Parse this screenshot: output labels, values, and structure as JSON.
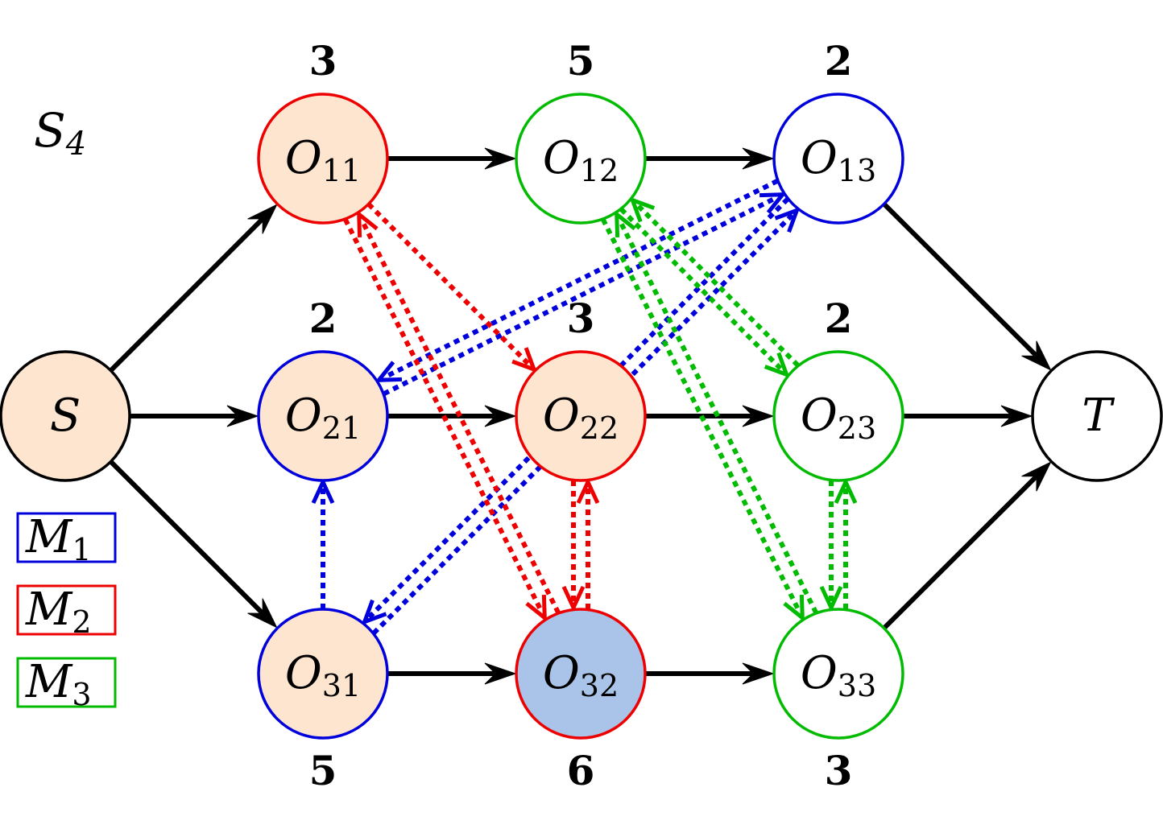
{
  "graph_label": {
    "main": "S",
    "sub": "4"
  },
  "colors": {
    "M1": "#0000dd",
    "M2": "#ee0000",
    "M3": "#00bb00",
    "black": "#000000",
    "fill_orange": "#fde5cf",
    "fill_blue": "#a9c4e8",
    "fill_white": "#ffffff"
  },
  "nodes": [
    {
      "id": "S",
      "main": "S",
      "sub": "",
      "stroke": "black",
      "fill": "fill_orange",
      "weight": "",
      "weight_pos": "none"
    },
    {
      "id": "T",
      "main": "T",
      "sub": "",
      "stroke": "black",
      "fill": "fill_white",
      "weight": "",
      "weight_pos": "none"
    },
    {
      "id": "O11",
      "main": "O",
      "sub": "11",
      "stroke": "M2",
      "fill": "fill_orange",
      "weight": "3",
      "weight_pos": "above"
    },
    {
      "id": "O12",
      "main": "O",
      "sub": "12",
      "stroke": "M3",
      "fill": "fill_white",
      "weight": "5",
      "weight_pos": "above"
    },
    {
      "id": "O13",
      "main": "O",
      "sub": "13",
      "stroke": "M1",
      "fill": "fill_white",
      "weight": "2",
      "weight_pos": "above"
    },
    {
      "id": "O21",
      "main": "O",
      "sub": "21",
      "stroke": "M1",
      "fill": "fill_orange",
      "weight": "2",
      "weight_pos": "above"
    },
    {
      "id": "O22",
      "main": "O",
      "sub": "22",
      "stroke": "M2",
      "fill": "fill_orange",
      "weight": "3",
      "weight_pos": "above"
    },
    {
      "id": "O23",
      "main": "O",
      "sub": "23",
      "stroke": "M3",
      "fill": "fill_white",
      "weight": "2",
      "weight_pos": "above"
    },
    {
      "id": "O31",
      "main": "O",
      "sub": "31",
      "stroke": "M1",
      "fill": "fill_orange",
      "weight": "5",
      "weight_pos": "below"
    },
    {
      "id": "O32",
      "main": "O",
      "sub": "32",
      "stroke": "M2",
      "fill": "fill_blue",
      "weight": "6",
      "weight_pos": "below"
    },
    {
      "id": "O33",
      "main": "O",
      "sub": "33",
      "stroke": "M3",
      "fill": "fill_white",
      "weight": "3",
      "weight_pos": "below"
    }
  ],
  "conjunctive_edges": [
    {
      "from": "S",
      "to": "O11"
    },
    {
      "from": "S",
      "to": "O21"
    },
    {
      "from": "S",
      "to": "O31"
    },
    {
      "from": "O11",
      "to": "O12"
    },
    {
      "from": "O12",
      "to": "O13"
    },
    {
      "from": "O13",
      "to": "T"
    },
    {
      "from": "O21",
      "to": "O22"
    },
    {
      "from": "O22",
      "to": "O23"
    },
    {
      "from": "O23",
      "to": "T"
    },
    {
      "from": "O31",
      "to": "O32"
    },
    {
      "from": "O32",
      "to": "O33"
    },
    {
      "from": "O33",
      "to": "T"
    }
  ],
  "disjunctive_edges": [
    {
      "a": "O31",
      "b": "O21",
      "color": "M1",
      "kind": "single"
    },
    {
      "a": "O21",
      "b": "O13",
      "color": "M1",
      "kind": "double"
    },
    {
      "a": "O31",
      "b": "O13",
      "color": "M1",
      "kind": "double"
    },
    {
      "a": "O11",
      "b": "O22",
      "color": "M2",
      "kind": "single"
    },
    {
      "a": "O11",
      "b": "O32",
      "color": "M2",
      "kind": "double"
    },
    {
      "a": "O22",
      "b": "O32",
      "color": "M2",
      "kind": "double"
    },
    {
      "a": "O12",
      "b": "O23",
      "color": "M3",
      "kind": "double"
    },
    {
      "a": "O12",
      "b": "O33",
      "color": "M3",
      "kind": "double"
    },
    {
      "a": "O23",
      "b": "O33",
      "color": "M3",
      "kind": "double"
    }
  ],
  "legend": [
    {
      "main": "M",
      "sub": "1",
      "color": "M1"
    },
    {
      "main": "M",
      "sub": "2",
      "color": "M2"
    },
    {
      "main": "M",
      "sub": "3",
      "color": "M3"
    }
  ]
}
